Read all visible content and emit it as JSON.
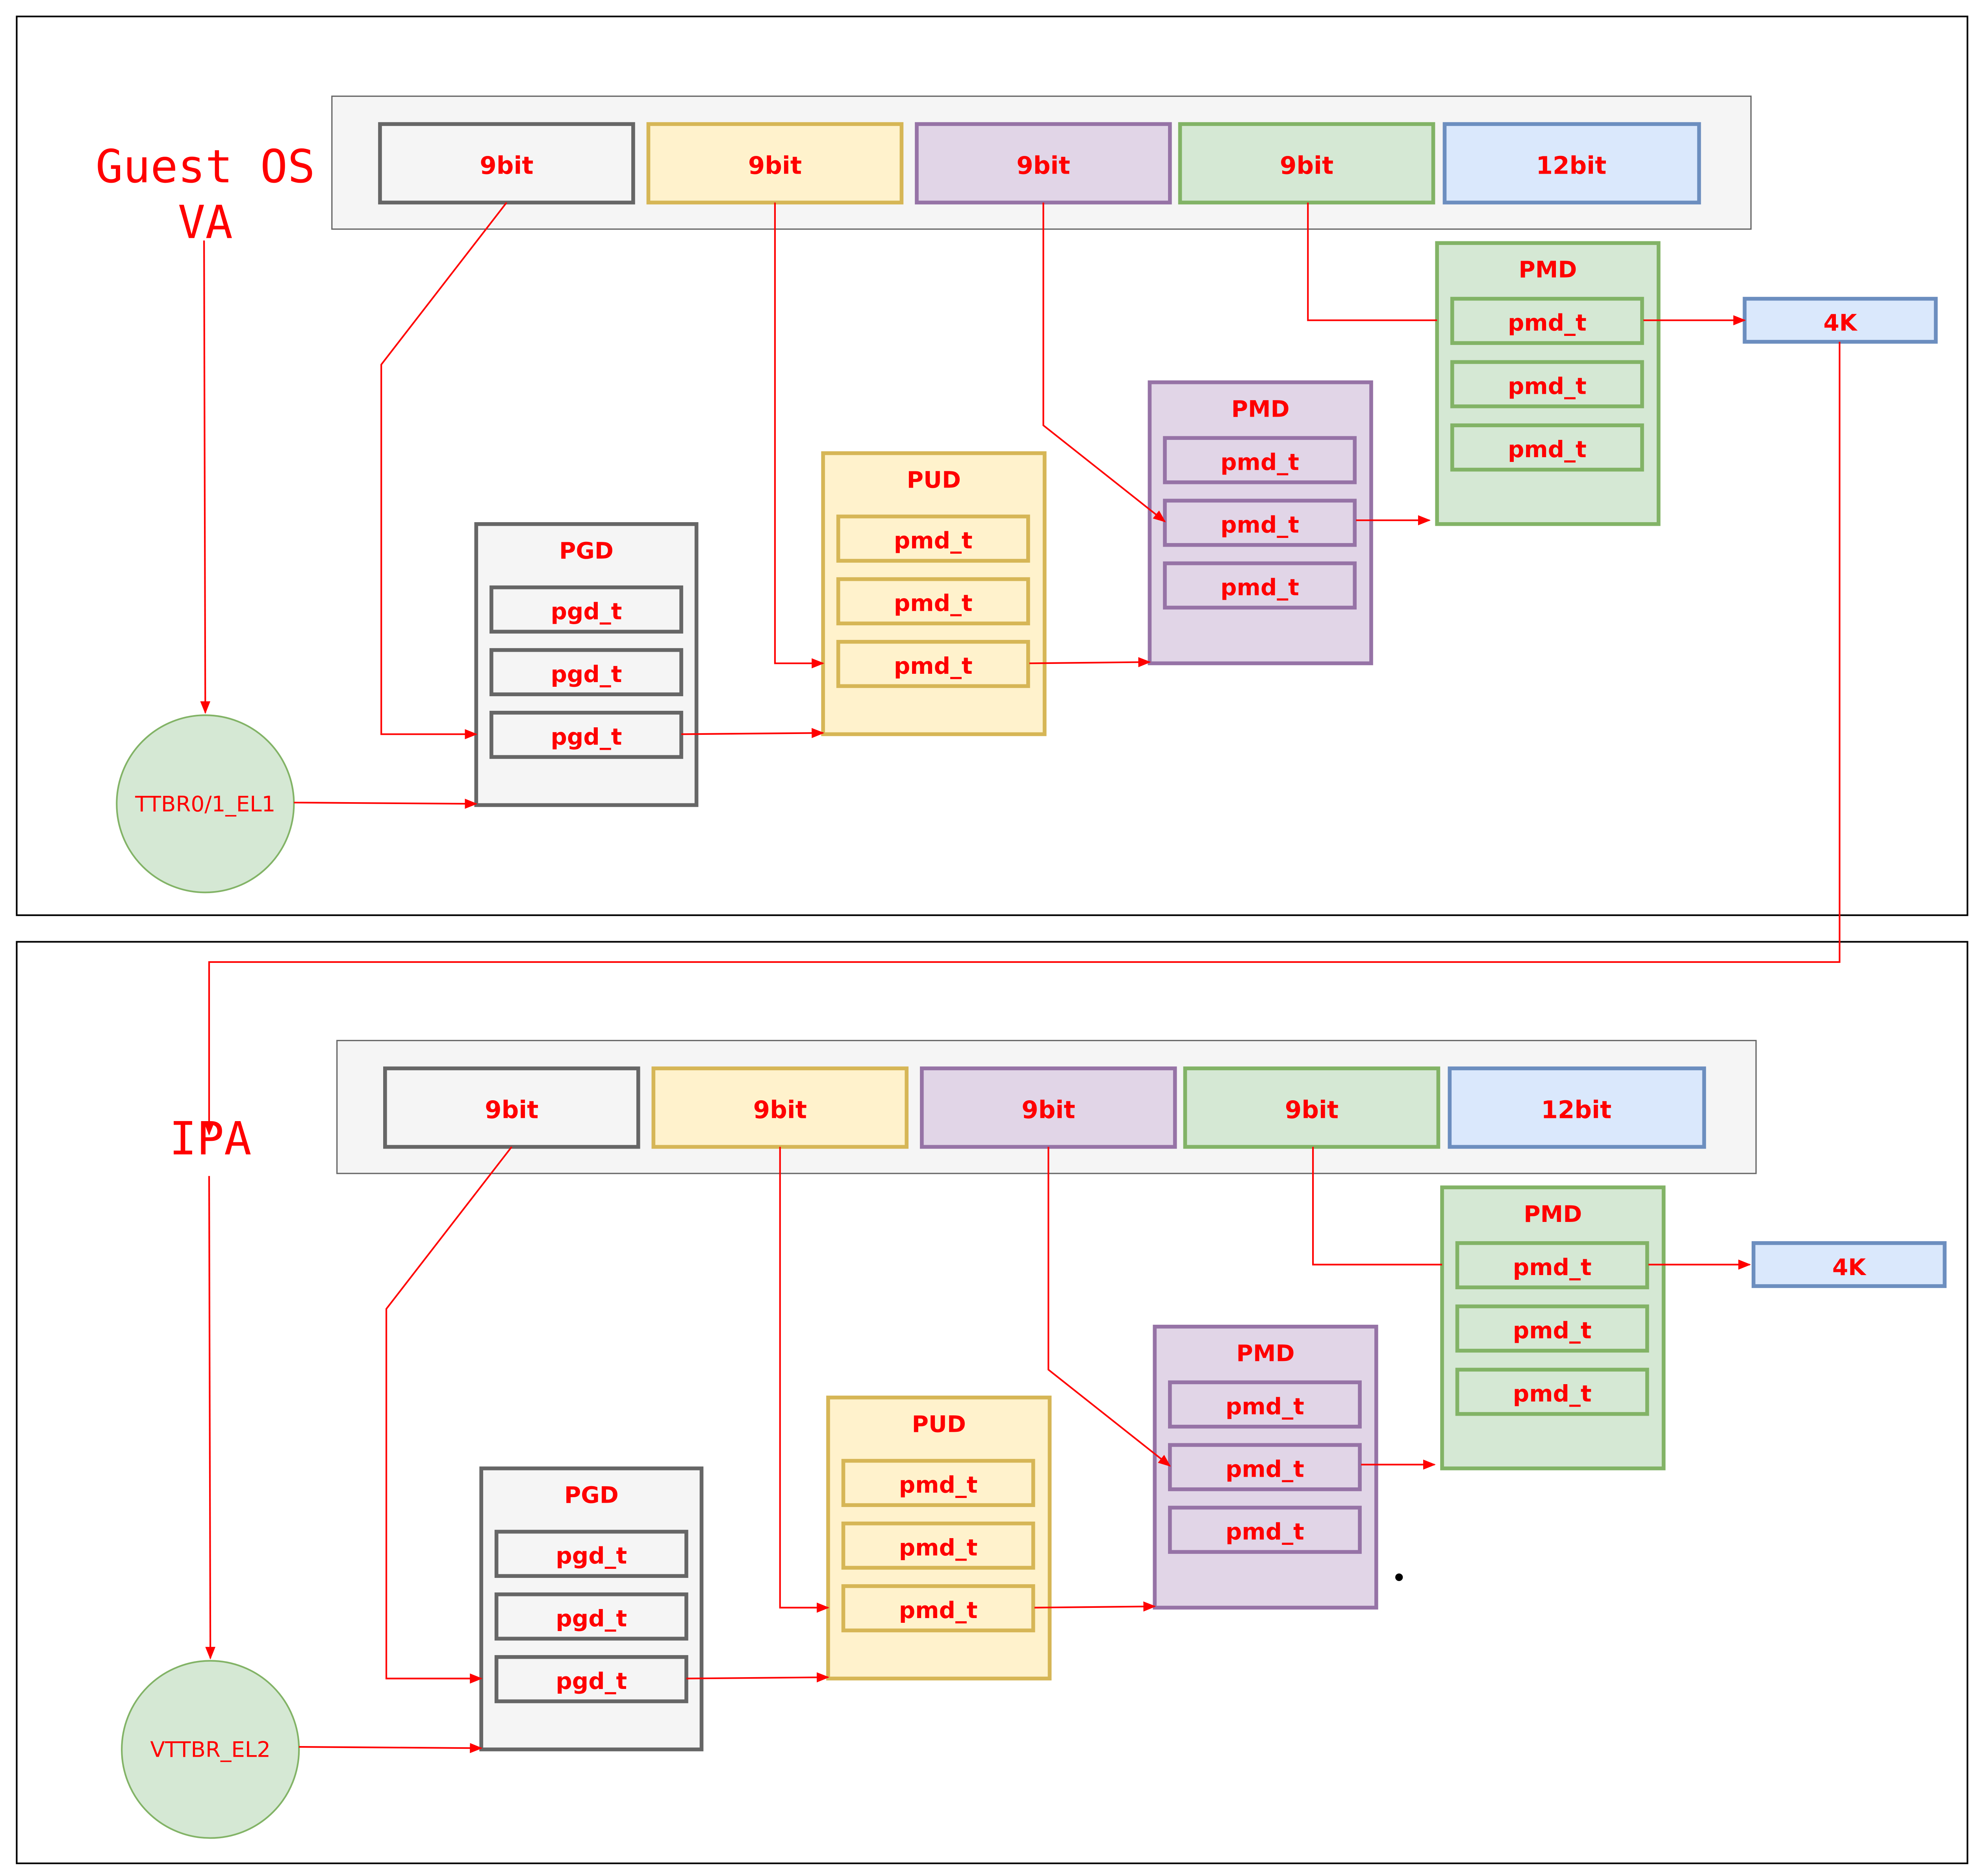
{
  "diagram": {
    "panels": [
      {
        "id": "guest",
        "title": "Guest OS\nVA",
        "register": "TTBR0/1_EL1",
        "address_fields": [
          "9bit",
          "9bit",
          "9bit",
          "9bit",
          "12bit"
        ],
        "tables": [
          {
            "title": "PGD",
            "entries": [
              "pgd_t",
              "pgd_t",
              "pgd_t"
            ]
          },
          {
            "title": "PUD",
            "entries": [
              "pmd_t",
              "pmd_t",
              "pmd_t"
            ]
          },
          {
            "title": "PMD",
            "entries": [
              "pmd_t",
              "pmd_t",
              "pmd_t"
            ]
          },
          {
            "title": "PMD",
            "entries": [
              "pmd_t",
              "pmd_t",
              "pmd_t"
            ]
          }
        ],
        "page": "4K"
      },
      {
        "id": "ipa",
        "title": "IPA",
        "register": "VTTBR_EL2",
        "address_fields": [
          "9bit",
          "9bit",
          "9bit",
          "9bit",
          "12bit"
        ],
        "tables": [
          {
            "title": "PGD",
            "entries": [
              "pgd_t",
              "pgd_t",
              "pgd_t"
            ]
          },
          {
            "title": "PUD",
            "entries": [
              "pmd_t",
              "pmd_t",
              "pmd_t"
            ]
          },
          {
            "title": "PMD",
            "entries": [
              "pmd_t",
              "pmd_t",
              "pmd_t"
            ]
          },
          {
            "title": "PMD",
            "entries": [
              "pmd_t",
              "pmd_t",
              "pmd_t"
            ]
          }
        ],
        "page": "4K"
      }
    ],
    "colors": {
      "arrow": "#ff0000",
      "label": "#ff0000",
      "gray_fill": "#f5f5f5",
      "gray_stroke": "#666666",
      "yellow_fill": "#fff2cc",
      "yellow_stroke": "#d6b656",
      "purple_fill": "#e1d5e7",
      "purple_stroke": "#9673a6",
      "green_fill": "#d5e8d4",
      "green_stroke": "#82b366",
      "blue_fill": "#dae8fc",
      "blue_stroke": "#6c8ebf"
    }
  }
}
